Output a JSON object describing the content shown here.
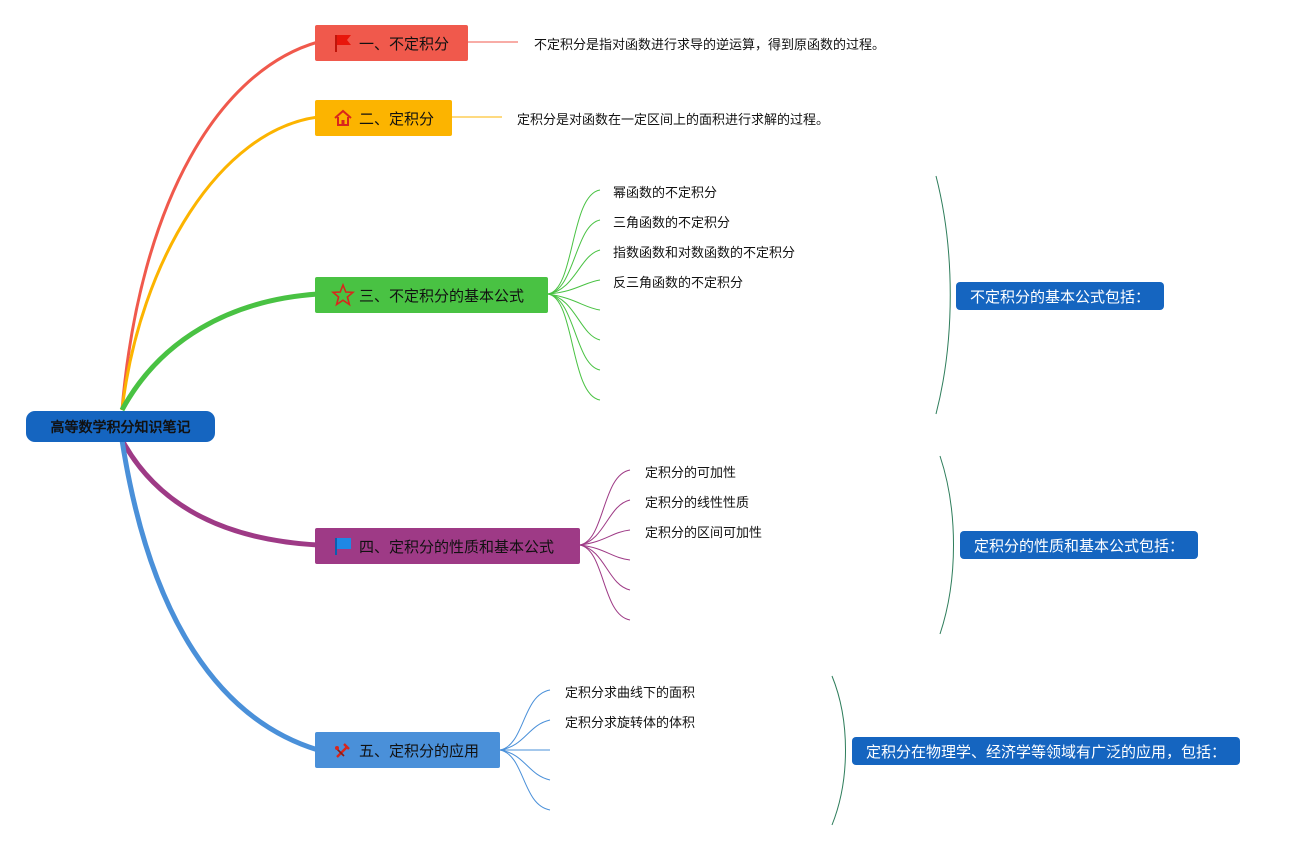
{
  "root": {
    "label": "高等数学积分知识笔记"
  },
  "branches": [
    {
      "label": "一、不定积分",
      "icon": "flag-icon",
      "color": "#f0594c",
      "description": "不定积分是指对函数进行求导的逆运算，得到原函数的过程。"
    },
    {
      "label": "二、定积分",
      "icon": "home-icon",
      "color": "#fcb400",
      "description": "定积分是对函数在一定区间上的面积进行求解的过程。"
    },
    {
      "label": "三、不定积分的基本公式",
      "icon": "star-icon",
      "color": "#49c243",
      "children": [
        "幂函数的不定积分",
        "三角函数的不定积分",
        "指数函数和对数函数的不定积分",
        "反三角函数的不定积分",
        "",
        "",
        "",
        ""
      ],
      "summary": "不定积分的基本公式包括："
    },
    {
      "label": "四、定积分的性质和基本公式",
      "icon": "flag-blue-icon",
      "color": "#9e3a86",
      "children": [
        "定积分的可加性",
        "定积分的线性性质",
        "定积分的区间可加性",
        "",
        "",
        ""
      ],
      "summary": "定积分的性质和基本公式包括："
    },
    {
      "label": "五、定积分的应用",
      "icon": "tools-icon",
      "color": "#4a90d9",
      "children": [
        "定积分求曲线下的面积",
        "定积分求旋转体的体积",
        "",
        "",
        ""
      ],
      "summary": "定积分在物理学、经济学等领域有广泛的应用，包括："
    }
  ],
  "colors": {
    "root": "#1565c0",
    "summary": "#1565c0",
    "bracket": "#2e7d5b"
  }
}
